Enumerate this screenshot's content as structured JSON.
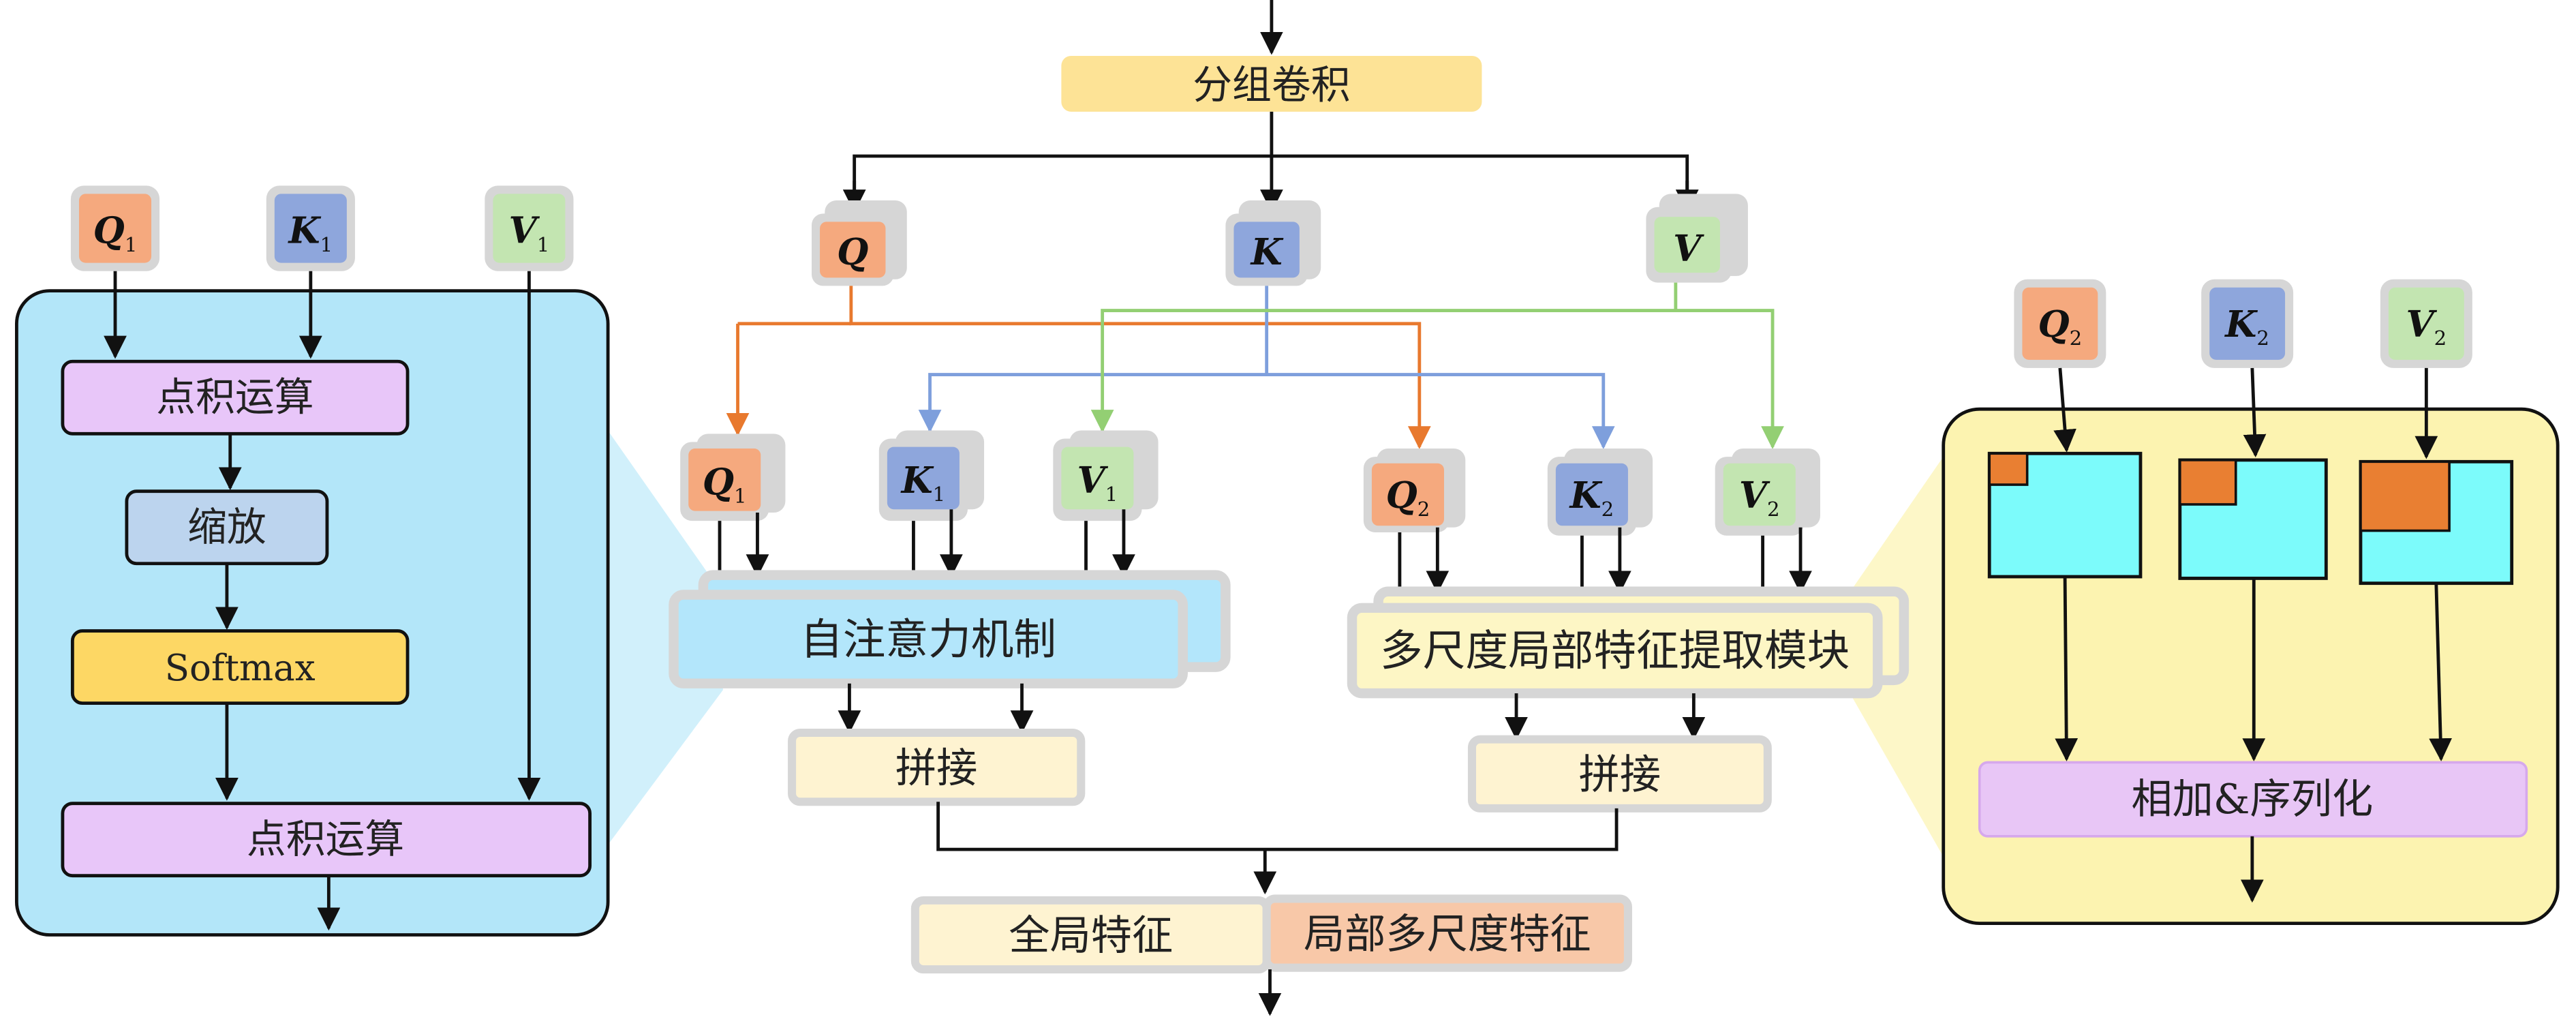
{
  "colors": {
    "q": "#f5a97e",
    "k": "#8ea6dc",
    "v": "#c3e5b1",
    "q_arrow": "#e8792e",
    "k_arrow": "#7e9fdc",
    "v_arrow": "#93cf73",
    "panel_left": "#b3e6f9",
    "panel_right": "#fcf3b0",
    "attention": "#b3e6fb",
    "multiscale": "#fdf6c5",
    "concat": "#fef3d1",
    "group_conv": "#fde396",
    "dot_product": "#e8c6f9",
    "scale": "#bcd4ee",
    "softmax": "#fdd764",
    "add_serialize": "#e8c6f6",
    "global_feature": "#fef3d1",
    "local_feature": "#f8c8a8",
    "cyan_block": "#7cfbfb",
    "orange_corner": "#e97f32"
  },
  "center": {
    "group_conv": "分组卷积",
    "q": "Q",
    "k": "K",
    "v": "V",
    "q1": "Q",
    "q1_sub": "1",
    "k1": "K",
    "k1_sub": "1",
    "v1": "V",
    "v1_sub": "1",
    "q2": "Q",
    "q2_sub": "2",
    "k2": "K",
    "k2_sub": "2",
    "v2": "V",
    "v2_sub": "2",
    "self_attention": "自注意力机制",
    "multiscale_module": "多尺度局部特征提取模块",
    "concat_left": "拼接",
    "concat_right": "拼接",
    "global_feature": "全局特征",
    "local_feature": "局部多尺度特征"
  },
  "left_panel": {
    "q1": "Q",
    "q1_sub": "1",
    "k1": "K",
    "k1_sub": "1",
    "v1": "V",
    "v1_sub": "1",
    "dot_product_top": "点积运算",
    "scale": "缩放",
    "softmax": "Softmax",
    "dot_product_bottom": "点积运算"
  },
  "right_panel": {
    "q2": "Q",
    "q2_sub": "2",
    "k2": "K",
    "k2_sub": "2",
    "v2": "V",
    "v2_sub": "2",
    "add_serialize": "相加&序列化"
  }
}
